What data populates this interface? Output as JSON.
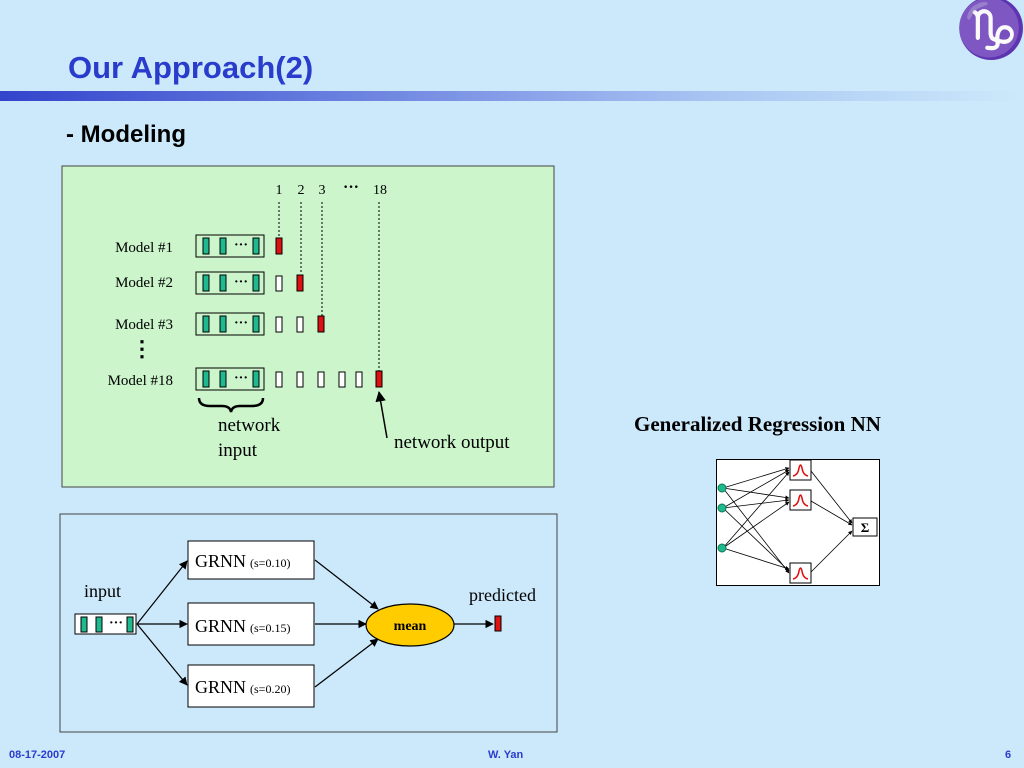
{
  "slide": {
    "title": "Our Approach(2)",
    "subtitle": "- Modeling",
    "logo_glyph": "♑",
    "colors": {
      "title": "#2a3ccc",
      "panel_green": "#ccf5cc",
      "feature": "#1fb98f",
      "output": "#dd1111",
      "mean": "#ffcc00"
    }
  },
  "modeling": {
    "output_indices": [
      "1",
      "2",
      "3",
      "···",
      "18"
    ],
    "models": [
      {
        "label": "Model #1"
      },
      {
        "label": "Model #2"
      },
      {
        "label": "Model #3"
      },
      {
        "label": "Model #18"
      }
    ],
    "vertical_ellipsis": "⋮",
    "ellipsis": "···",
    "input_label_line1": "network",
    "input_label_line2": "input",
    "output_label": "network output"
  },
  "grnn_section": {
    "title": "Generalized Regression NN",
    "sum_symbol": "Σ"
  },
  "ensemble": {
    "input_label": "input",
    "predicted_label": "predicted",
    "mean_label": "mean",
    "ellipsis": "···",
    "boxes": [
      {
        "name": "GRNN",
        "param": "(s=0.10)"
      },
      {
        "name": "GRNN",
        "param": "(s=0.15)"
      },
      {
        "name": "GRNN",
        "param": "(s=0.20)"
      }
    ]
  },
  "footer": {
    "date": "08-17-2007",
    "author": "W. Yan",
    "page": "6"
  }
}
